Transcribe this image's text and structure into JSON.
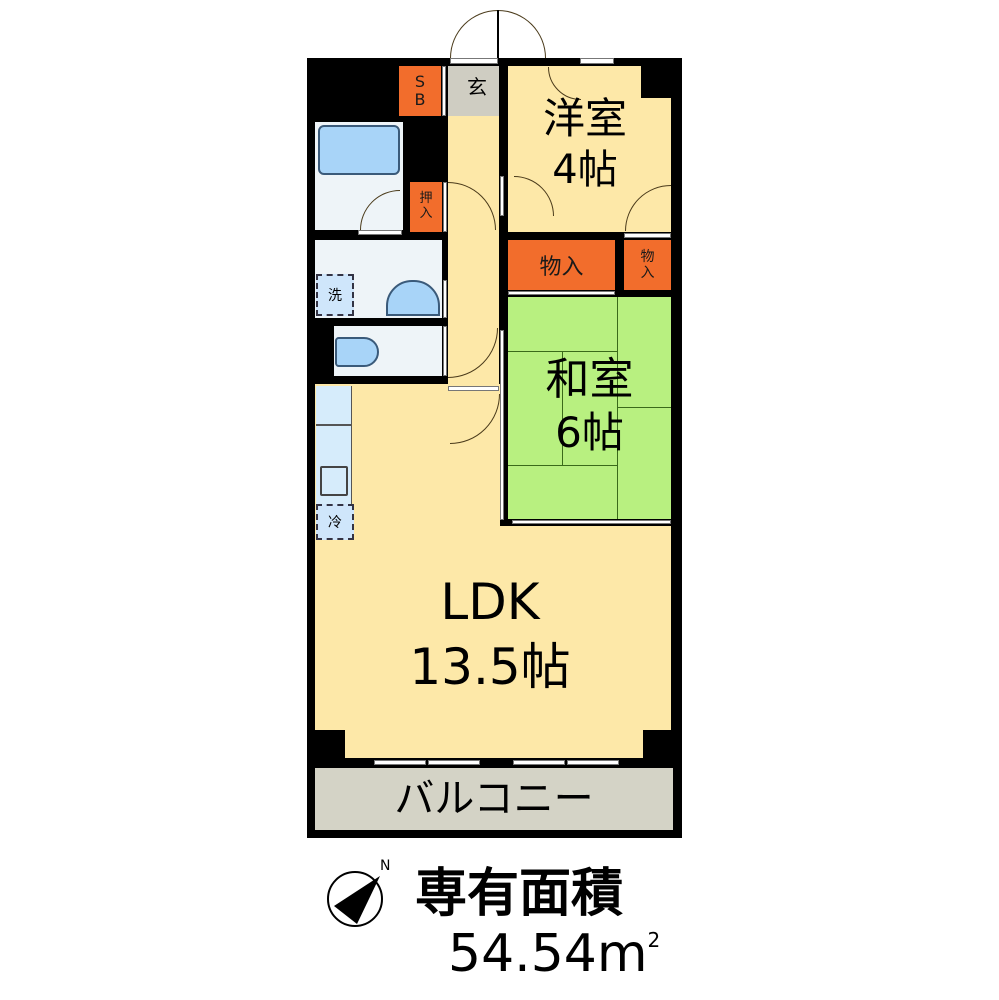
{
  "floorplan": {
    "rooms": {
      "western_room": {
        "name": "洋室",
        "size": "4帖"
      },
      "japanese_room": {
        "name": "和室",
        "size": "6帖"
      },
      "ldk": {
        "name": "LDK",
        "size": "13.5帖"
      },
      "balcony": {
        "name": "バルコニー"
      }
    },
    "storage": {
      "shoe_box": "S\nB",
      "oshiire": "押\n入",
      "closet_large": "物入",
      "closet_small": "物\n入"
    },
    "entrance": "玄",
    "washer_space": "洗",
    "fridge_space": "冷"
  },
  "area": {
    "label": "専有面積",
    "value": "54.54",
    "unit": "m",
    "unit_sup": "2"
  },
  "compass": {
    "north_label": "N"
  },
  "colors": {
    "floor": "#fde8a8",
    "tatami": "#b8f080",
    "closet": "#f26d2c",
    "balcony": "#d4d3c6",
    "wall": "#000000"
  }
}
